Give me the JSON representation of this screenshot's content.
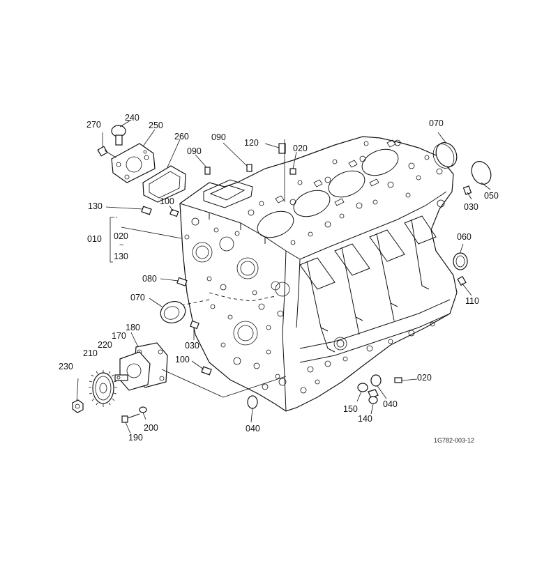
{
  "diagram": {
    "labels": {
      "p270": "270",
      "p240": "240",
      "p250": "250",
      "p260": "260",
      "p090a": "090",
      "p090b": "090",
      "p120": "120",
      "p020_top": "020",
      "p070_top": "070",
      "p050": "050",
      "p030_right": "030",
      "p130": "130",
      "p100_top": "100",
      "p010": "010",
      "p020_bracket": "020",
      "p130_bracket": "130",
      "p060": "060",
      "p080": "080",
      "p070_left": "070",
      "p110": "110",
      "p030_left": "030",
      "p180": "180",
      "p170": "170",
      "p220": "220",
      "p210": "210",
      "p100_bottom": "100",
      "p230": "230",
      "p020_bottom": "020",
      "p150": "150",
      "p040_right": "040",
      "p140": "140",
      "p200": "200",
      "p190": "190",
      "p040_bottom": "040"
    },
    "bracket_symbol": "~",
    "drawing_code": "1G782-003-12"
  }
}
